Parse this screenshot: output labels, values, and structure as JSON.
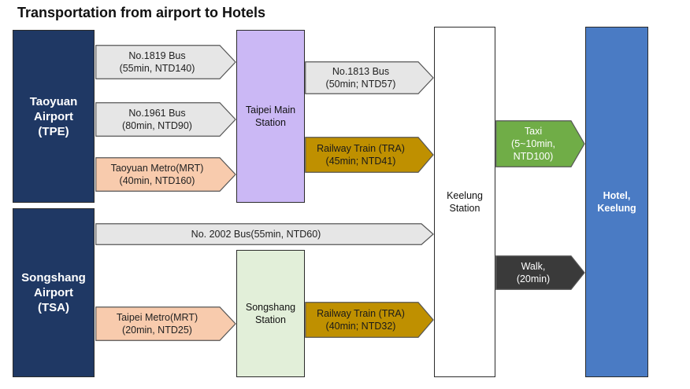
{
  "title": "Transportation from airport to Hotels",
  "nodes": {
    "tpe": "Taoyuan\nAirport\n(TPE)",
    "tsa": "Songshang\nAirport\n(TSA)",
    "taipei_main": "Taipei Main\nStation",
    "songshang_station": "Songshang\nStation",
    "keelung_station": "Keelung\nStation",
    "hotel": "Hotel,\nKeelung"
  },
  "routes": {
    "bus_1819": "No.1819 Bus\n(55min, NTD140)",
    "bus_1961": "No.1961 Bus\n(80min, NTD90)",
    "taoyuan_metro": "Taoyuan Metro(MRT)\n(40min, NTD160)",
    "bus_1813": "No.1813 Bus\n(50min; NTD57)",
    "tra_taipei": "Railway Train (TRA)\n(45min; NTD41)",
    "taxi": "Taxi\n(5~10min,\nNTD100)",
    "bus_2002": "No. 2002 Bus(55min, NTD60)",
    "walk": "Walk,\n(20min)",
    "taipei_metro": "Taipei Metro(MRT)\n(20min, NTD25)",
    "tra_songshang": "Railway Train (TRA)\n(40min; NTD32)"
  },
  "colors": {
    "airport": "#1f3864",
    "taipei_main": "#cbb8f5",
    "songshang_station": "#e2efd9",
    "hotel": "#4a7bc4",
    "bus": "#e6e6e6",
    "metro": "#f8cbad",
    "train": "#bf9000",
    "taxi": "#70ad47",
    "walk": "#3a3a3a"
  }
}
